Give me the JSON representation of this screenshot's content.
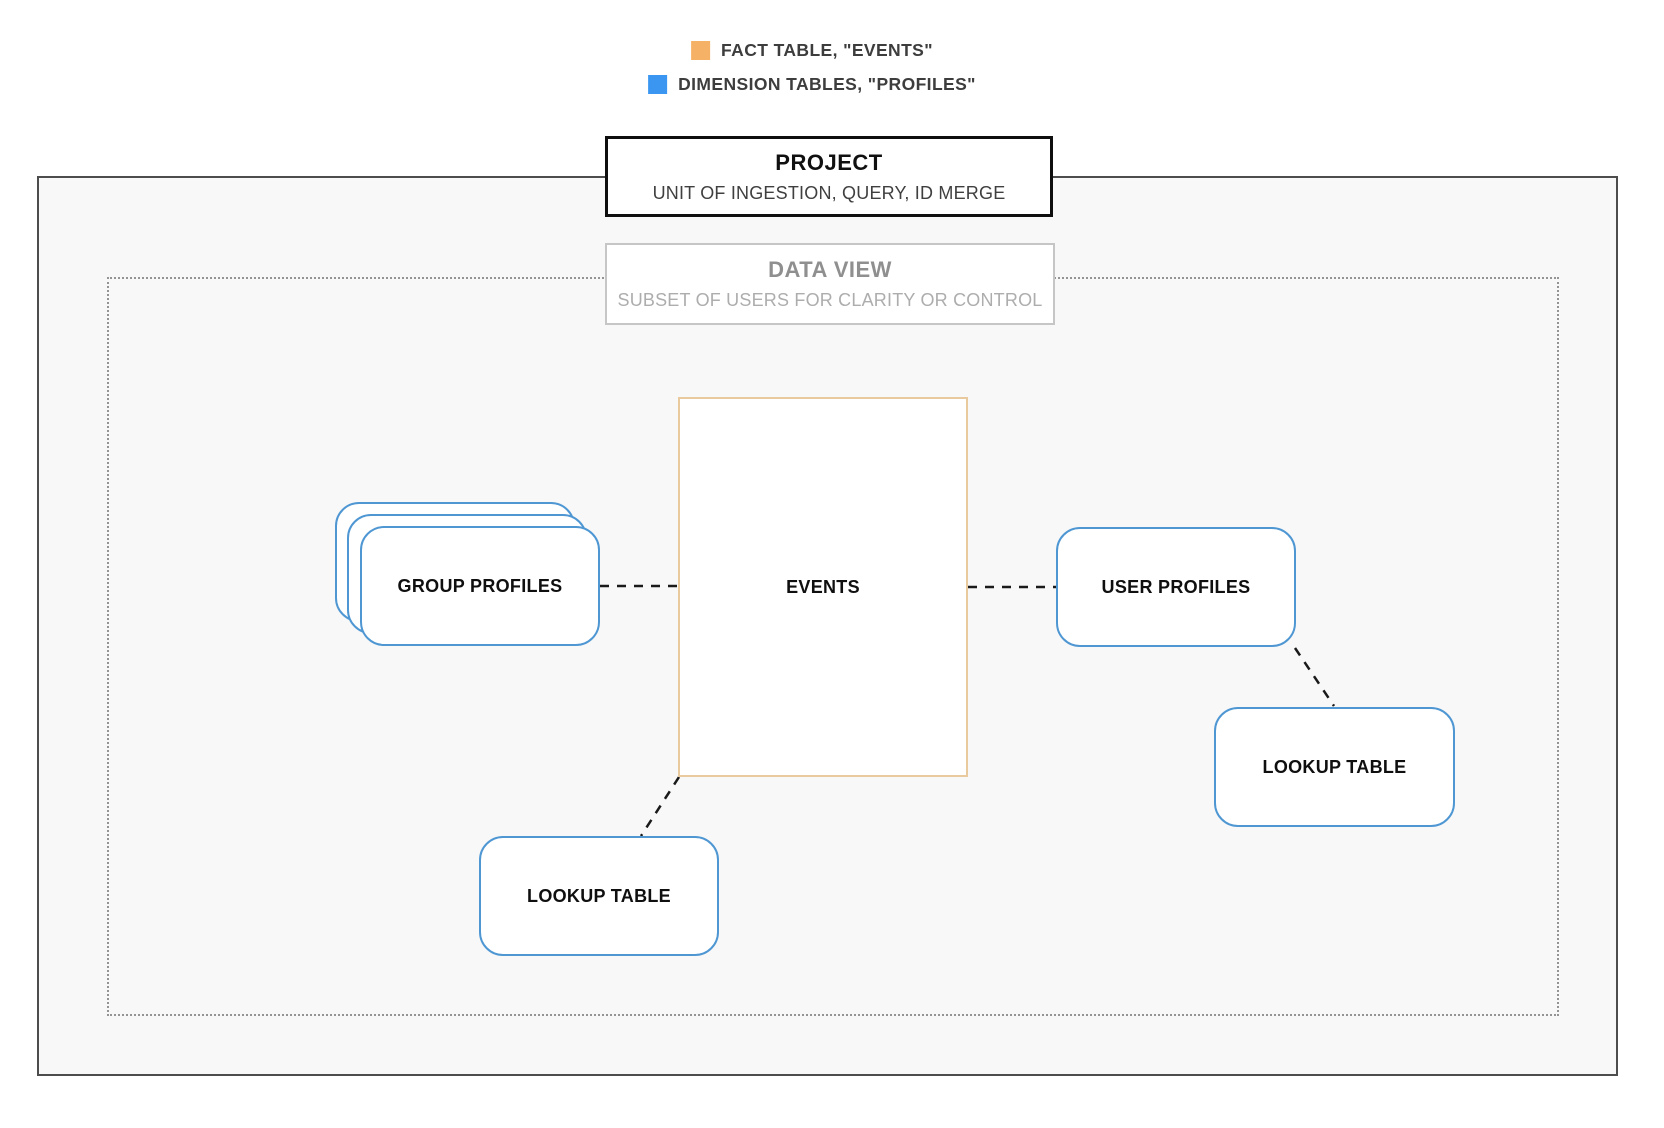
{
  "legend": {
    "items": [
      {
        "label": "FACT TABLE, \"EVENTS\"",
        "color": "#f5b165"
      },
      {
        "label": "DIMENSION TABLES, \"PROFILES\"",
        "color": "#3a96f0"
      }
    ]
  },
  "project": {
    "title": "PROJECT",
    "subtitle": "UNIT OF INGESTION, QUERY, ID MERGE"
  },
  "data_view": {
    "title": "DATA VIEW",
    "subtitle": "SUBSET OF USERS FOR CLARITY OR CONTROL"
  },
  "nodes": {
    "events": {
      "label": "EVENTS"
    },
    "group_profiles": {
      "label": "GROUP PROFILES"
    },
    "user_profiles": {
      "label": "USER PROFILES"
    },
    "lookup_table_bottom": {
      "label": "LOOKUP TABLE"
    },
    "lookup_table_right": {
      "label": "LOOKUP TABLE"
    }
  },
  "colors": {
    "fact_table_accent": "#f5b165",
    "dimension_table_accent": "#3a96f0",
    "events_border": "#e9c99e",
    "profile_card_border": "#4f97d3",
    "project_border": "#0f0f0f",
    "data_view_border": "#c6c6c6",
    "connector": "#1a1a1a",
    "inner_background": "#f8f8f8"
  }
}
